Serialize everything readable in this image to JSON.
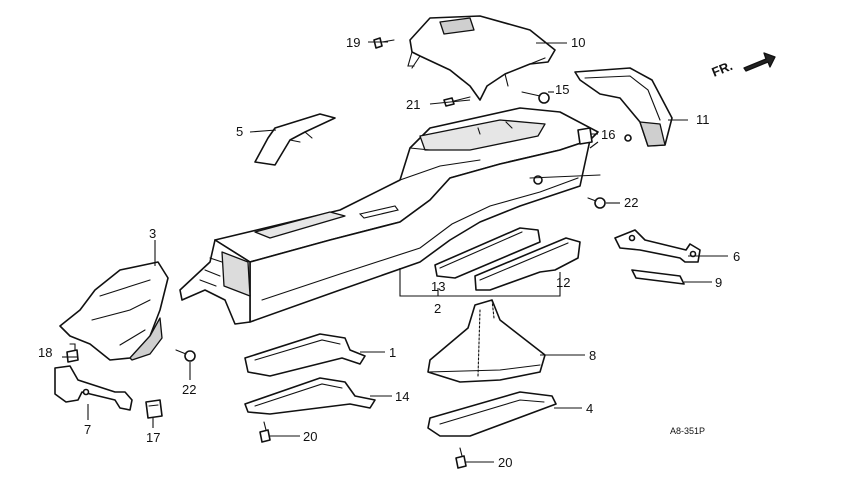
{
  "diagram": {
    "direction_label": "FR.",
    "figure_code": "A8-351P",
    "callouts": {
      "c1": "1",
      "c2": "2",
      "c3": "3",
      "c4": "4",
      "c5": "5",
      "c6": "6",
      "c7": "7",
      "c8": "8",
      "c9": "9",
      "c10": "10",
      "c11": "11",
      "c12": "12",
      "c13": "13",
      "c14": "14",
      "c15": "15",
      "c16": "16",
      "c17": "17",
      "c18": "18",
      "c19": "19",
      "c20a": "20",
      "c20b": "20",
      "c21": "21",
      "c22a": "22",
      "c22b": "22"
    }
  }
}
